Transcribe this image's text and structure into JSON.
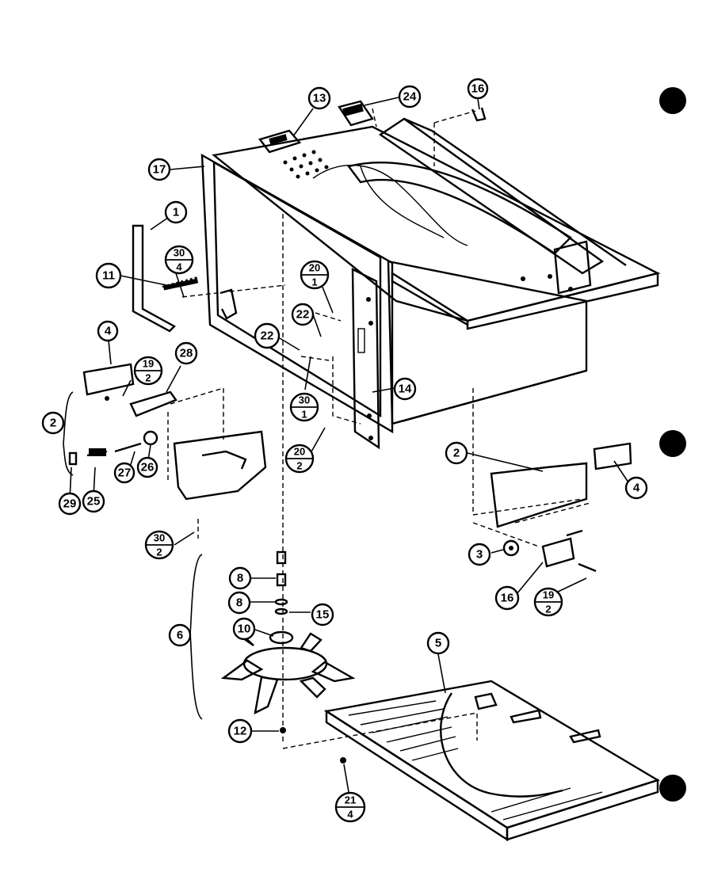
{
  "callouts": {
    "c1": "1",
    "c2_left": "2",
    "c2_right": "2",
    "c3": "3",
    "c4_left": "4",
    "c4_right": "4",
    "c5": "5",
    "c6": "6",
    "c8_top": "8",
    "c8_mid": "8",
    "c10": "10",
    "c11": "11",
    "c12": "12",
    "c13": "13",
    "c14": "14",
    "c15": "15",
    "c16_top": "16",
    "c16_right": "16",
    "c17": "17",
    "c22_a": "22",
    "c22_b": "22",
    "c24": "24",
    "c25": "25",
    "c26": "26",
    "c27": "27",
    "c28": "28",
    "c29": "29"
  },
  "fractions": {
    "f30_4": {
      "num": "30",
      "den": "4"
    },
    "f20_1": {
      "num": "20",
      "den": "1"
    },
    "f19_2_left": {
      "num": "19",
      "den": "2"
    },
    "f30_1": {
      "num": "30",
      "den": "1"
    },
    "f20_2": {
      "num": "20",
      "den": "2"
    },
    "f30_2": {
      "num": "30",
      "den": "2"
    },
    "f19_2_right": {
      "num": "19",
      "den": "2"
    },
    "f21_4": {
      "num": "21",
      "den": "4"
    }
  }
}
